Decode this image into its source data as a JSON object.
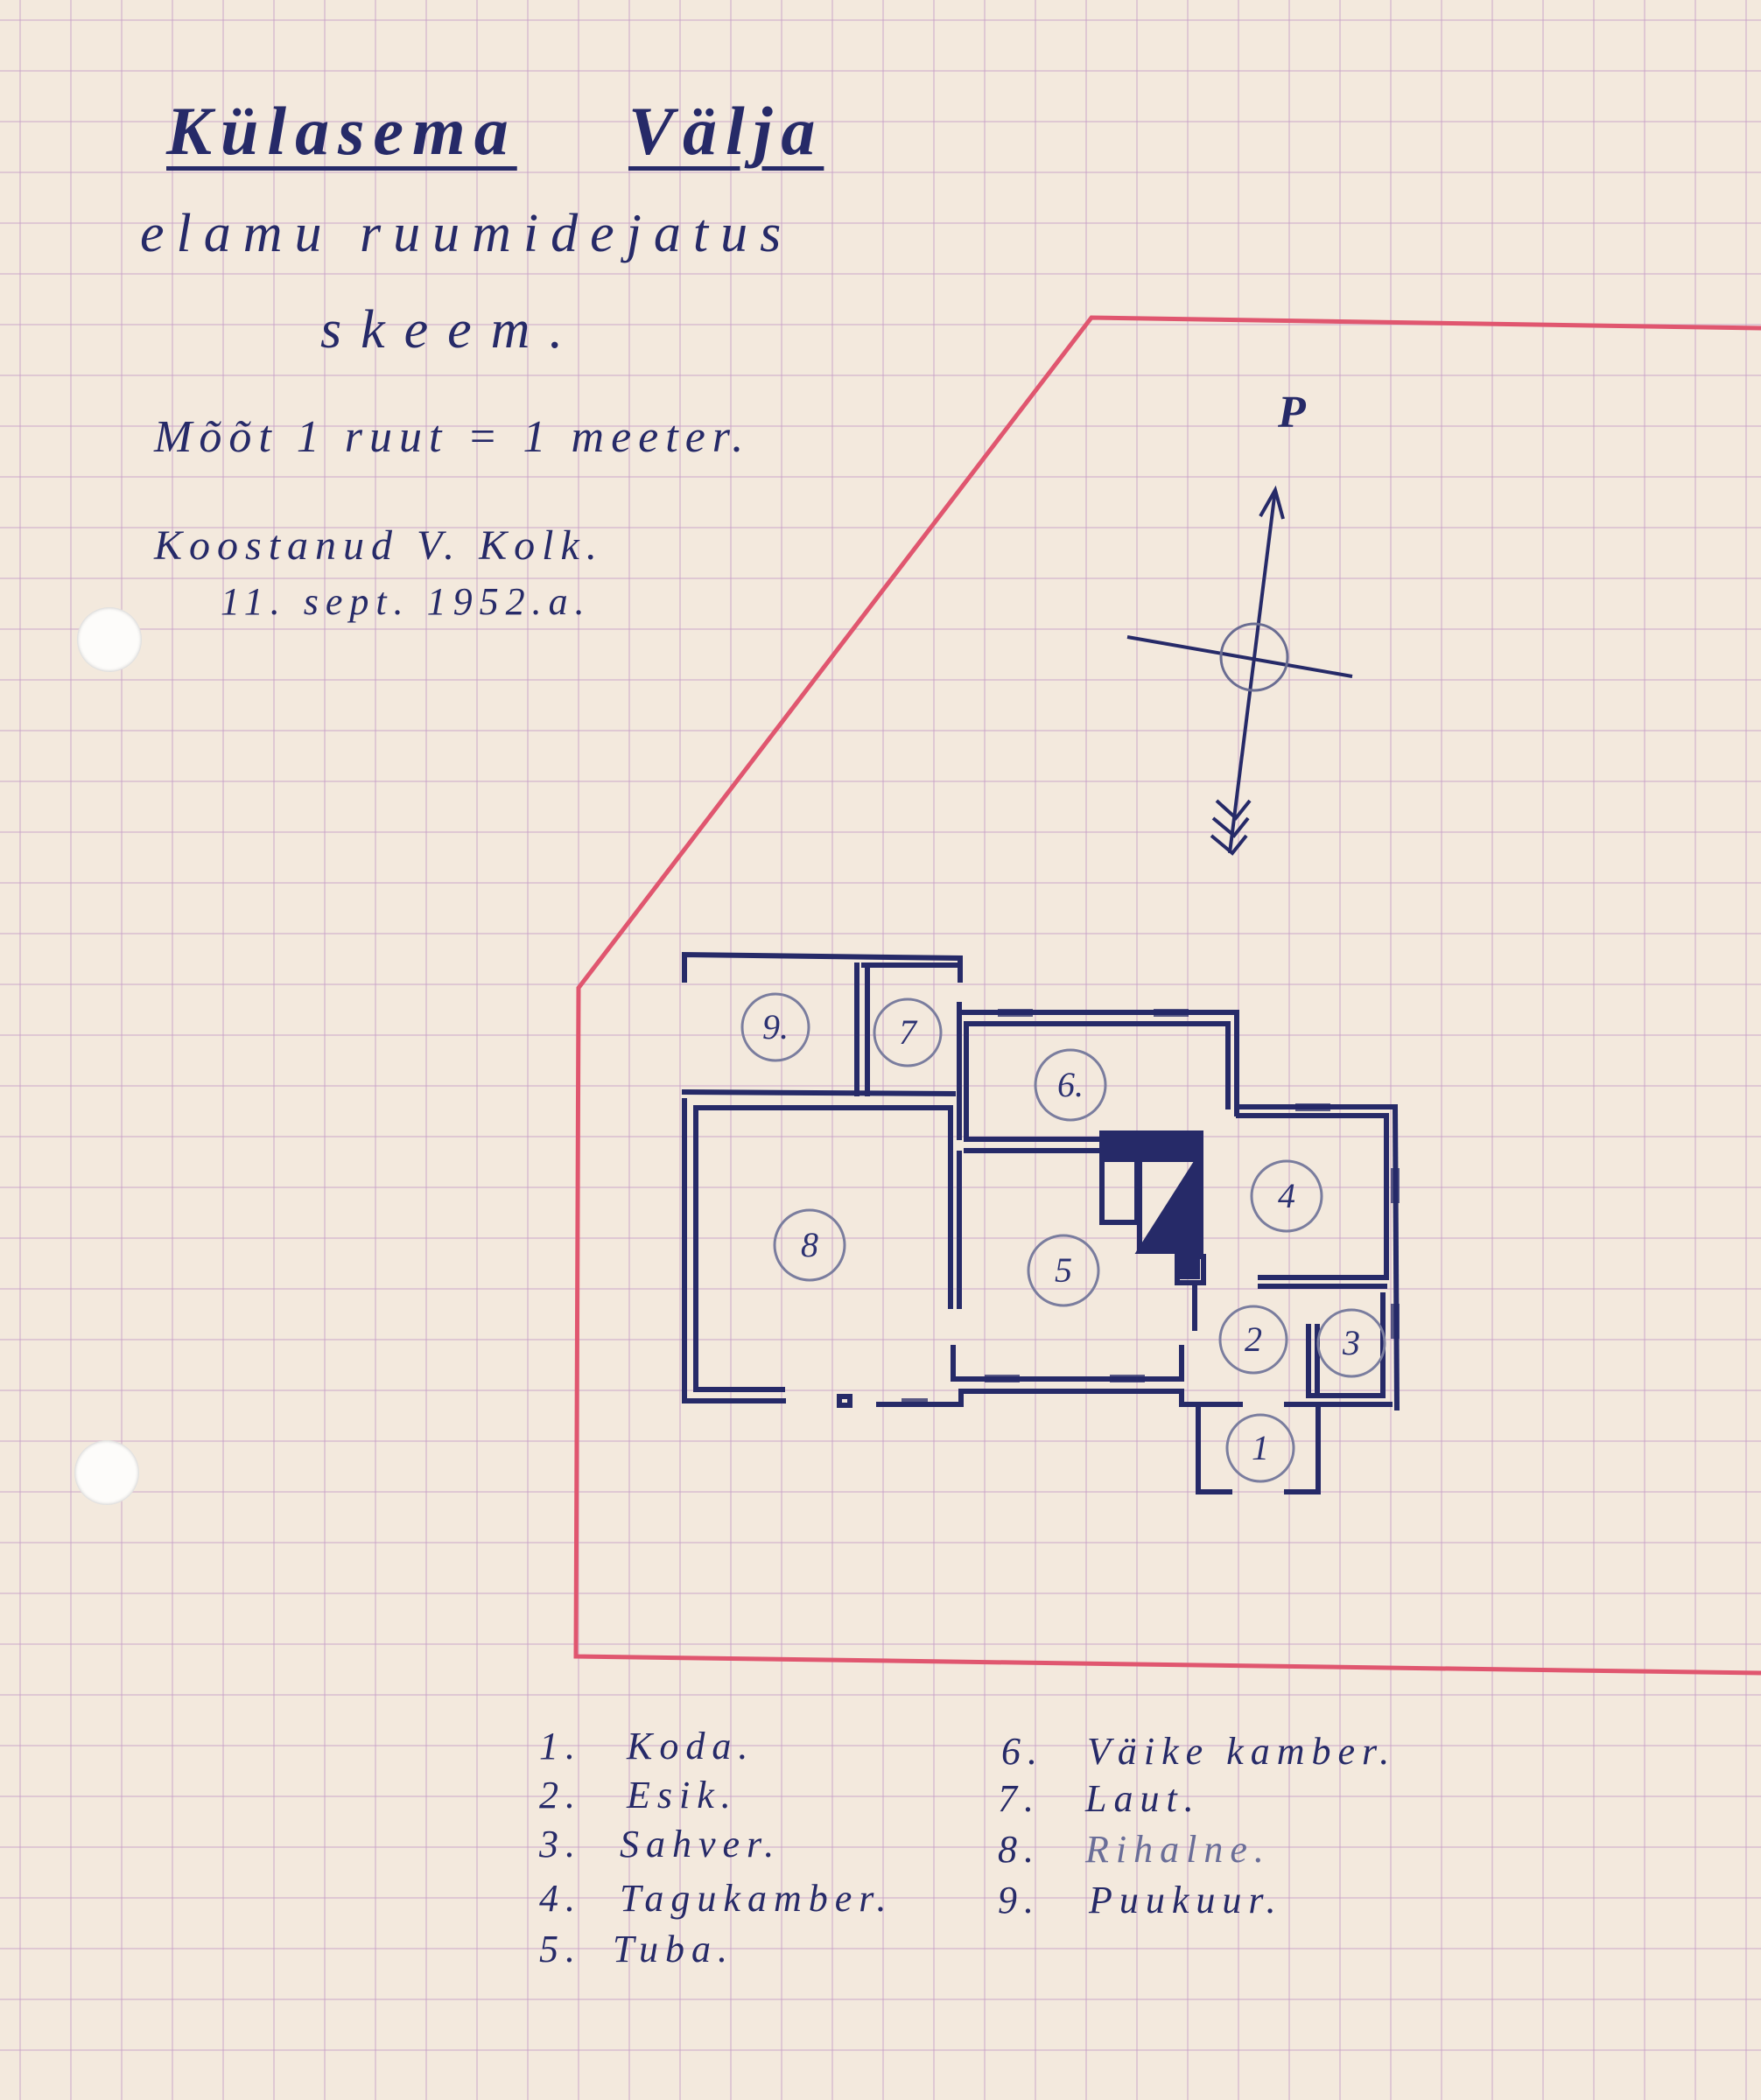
{
  "header": {
    "title_part1": "Külasema",
    "title_part2": "Välja",
    "subtitle": "elamu ruumidejatus",
    "subtitle2": "skeem.",
    "scale": "Mõõt 1 ruut = 1 meeter.",
    "author": "Koostanud V. Kolk.",
    "date": "11. sept. 1952.a."
  },
  "compass": {
    "north_label": "P"
  },
  "rooms": [
    {
      "num": "1"
    },
    {
      "num": "2"
    },
    {
      "num": "3"
    },
    {
      "num": "4"
    },
    {
      "num": "5"
    },
    {
      "num": "6."
    },
    {
      "num": "7"
    },
    {
      "num": "8"
    },
    {
      "num": "9."
    }
  ],
  "legend": [
    {
      "num": "1.",
      "name": "Koda."
    },
    {
      "num": "2.",
      "name": "Esik."
    },
    {
      "num": "3.",
      "name": "Sahver."
    },
    {
      "num": "4.",
      "name": "Tagukamber."
    },
    {
      "num": "5.",
      "name": "Tuba."
    },
    {
      "num": "6.",
      "name": "Väike kamber."
    },
    {
      "num": "7.",
      "name": "Laut."
    },
    {
      "num": "8.",
      "name": "Rihalne."
    },
    {
      "num": "9.",
      "name": "Puukuur."
    }
  ],
  "colors": {
    "ink": "#262a68",
    "boundary": "#e0566f",
    "paper": "#f3e9dd",
    "grid": "#dcc4dc"
  }
}
